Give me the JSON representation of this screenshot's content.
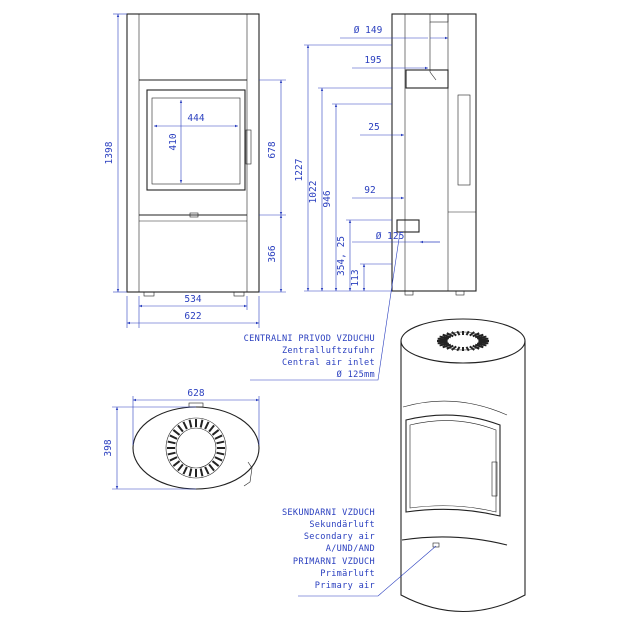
{
  "front": {
    "d_width_inner": "444",
    "d_height_inner": "410",
    "d_height_total": "1398",
    "d_door": "678",
    "d_base": "366",
    "d_width_534": "534",
    "d_width_622": "622"
  },
  "side": {
    "d_pipe": "Ø 149",
    "d_195": "195",
    "d_25": "25",
    "d_92": "92",
    "d_125": "Ø 125",
    "d_1227": "1227",
    "d_1022": "1022",
    "d_946": "946",
    "d_354": "354, 25",
    "d_113": "113"
  },
  "top": {
    "d_628": "628",
    "d_398": "398"
  },
  "labels": {
    "central_cz": "CENTRALNI PRIVOD VZDUCHU",
    "central_de": "Zentralluftzufuhr",
    "central_en": "Central air inlet",
    "central_dia": "Ø 125mm",
    "sec_cz": "SEKUNDARNI VZDUCH",
    "sec_de": "Sekundärluft",
    "sec_en": "Secondary air",
    "and": "A/UND/AND",
    "prim_cz": "PRIMARNI VZDUCH",
    "prim_de": "Primärluft",
    "prim_en": "Primary air"
  }
}
